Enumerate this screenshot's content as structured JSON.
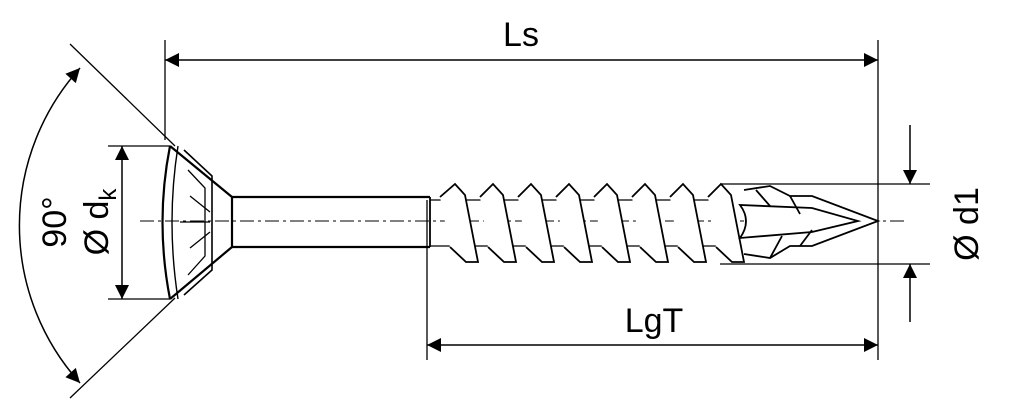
{
  "labels": {
    "overall_length": "Ls",
    "thread_length": "LgT",
    "head_angle": "90°",
    "head_diameter_symbol": "Ø d",
    "head_diameter_subscript": "k",
    "thread_diameter": "Ø d1"
  },
  "colors": {
    "line": "#000000",
    "background": "#ffffff"
  }
}
